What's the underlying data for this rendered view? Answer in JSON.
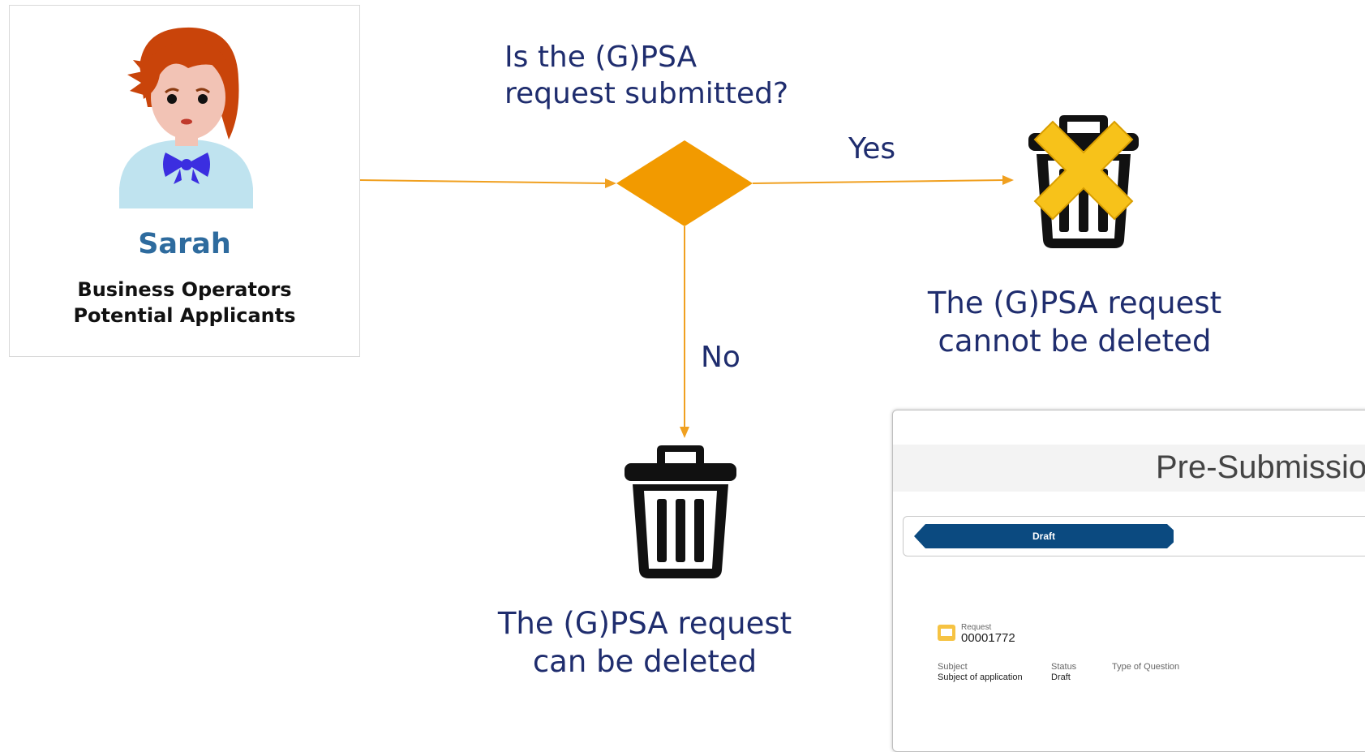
{
  "persona": {
    "name": "Sarah",
    "role_line1": "Business Operators",
    "role_line2": "Potential Applicants"
  },
  "decision": {
    "question_line1": "Is the (G)PSA",
    "question_line2": "request submitted?",
    "yes_label": "Yes",
    "no_label": "No"
  },
  "outcomes": {
    "yes_line1": "The (G)PSA request",
    "yes_line2": "cannot be deleted",
    "no_line1": "The (G)PSA request",
    "no_line2": "can be deleted"
  },
  "screenshot": {
    "title": "Pre-Submission",
    "path_step": "Draft",
    "request_label": "Request",
    "request_number": "00001772",
    "subject_label": "Subject",
    "subject_value": "Subject of application",
    "status_label": "Status",
    "status_value": "Draft",
    "type_label": "Type of Question"
  },
  "colors": {
    "arrow": "#f0a020",
    "diamond": "#f29a00",
    "text": "#1f2d6e",
    "persona_name": "#2e6b9e",
    "cross": "#f7c21a",
    "path_active": "#0b4a80"
  }
}
